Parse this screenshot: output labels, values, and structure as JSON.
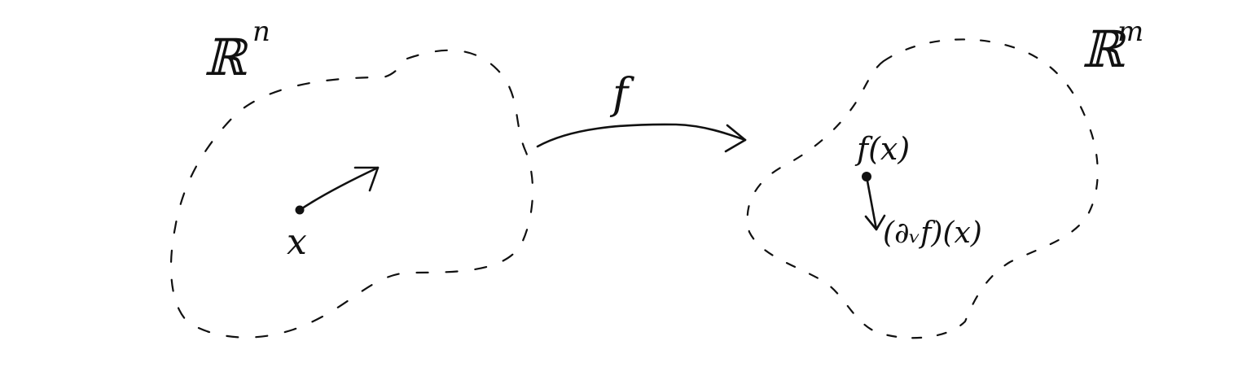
{
  "diagram": {
    "domain_space": {
      "base": "ℝ",
      "exponent": "n"
    },
    "codomain_space": {
      "base": "ℝ",
      "exponent": "m"
    },
    "map_label": "f",
    "point_label": "x",
    "image_point_label": "f(x)",
    "derivative_label": "(∂ᵥf)(x)",
    "ink_color": "#111111",
    "background_color": "#ffffff"
  }
}
